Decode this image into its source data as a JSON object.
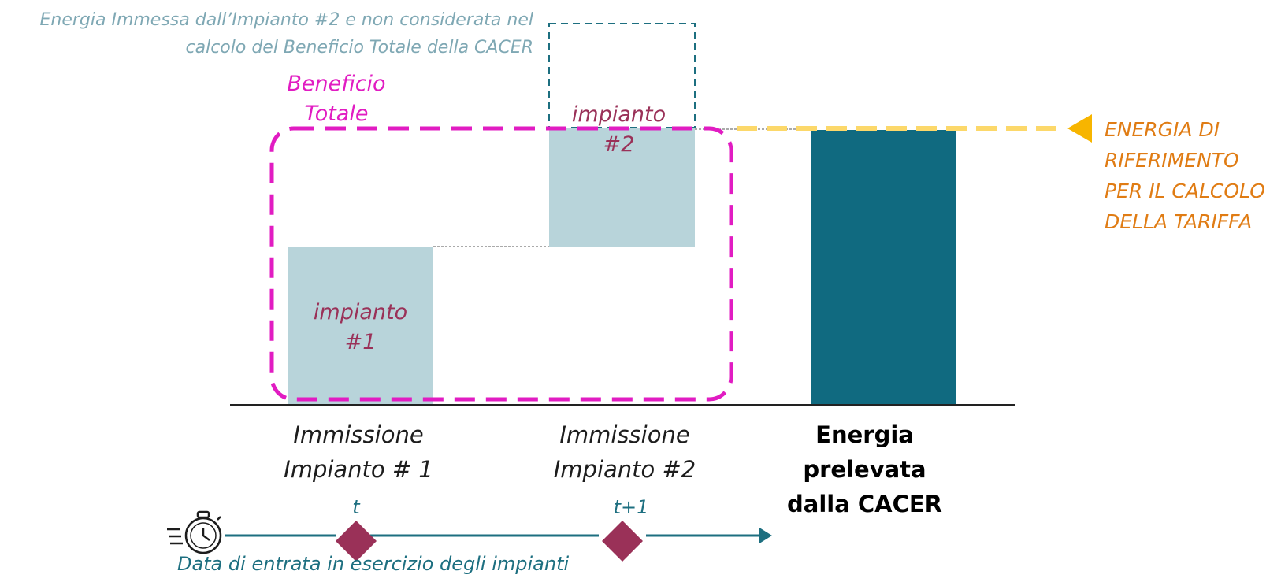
{
  "chart_data": {
    "type": "waterfall",
    "categories": [
      "Immissione Impianto # 1",
      "Immissione Impianto #2",
      "Energia prelevata dalla CACER"
    ],
    "bar_labels": [
      "impianto #1",
      "impianto #2"
    ]
  },
  "annotations": {
    "top_note": "Energia Immessa dall’Impianto #2 e non considerata nel calcolo del Beneficio Totale della CACER",
    "beneficio_totale": "Beneficio Totale",
    "energia_riferimento": "ENERGIA DI RIFERIMENTO PER IL CALCOLO DELLA TARIFFA"
  },
  "x_labels": {
    "cat1_line1": "Immissione",
    "cat1_line2": "Impianto # 1",
    "cat2_line1": "Immissione",
    "cat2_line2": "Impianto #2",
    "cat3_line1": "Energia prelevata",
    "cat3_line2": "dalla CACER"
  },
  "bars": {
    "impianto1_line1": "impianto",
    "impianto1_line2": "#1",
    "impianto2_line1": "impianto",
    "impianto2_line2": "#2"
  },
  "timeline": {
    "tick1": "t",
    "tick2": "t+1",
    "caption": "Data di entrata in esercizio degli impianti",
    "icon": "stopwatch-icon"
  },
  "colors": {
    "bar_light": "#b8d4da",
    "bar_dark": "#106a80",
    "beneficio_border": "#e11cc2",
    "reference_line": "#fcd86a",
    "reference_arrow": "#f7b500",
    "energia_text": "#e07c14",
    "diamond": "#9a3158",
    "timeline": "#1d6f80"
  }
}
